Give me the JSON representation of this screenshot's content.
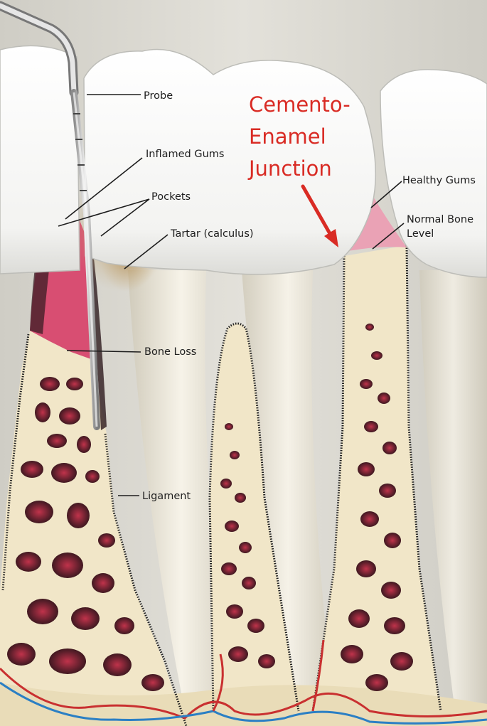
{
  "labels": {
    "probe": "Probe",
    "inflamed_gums": "Inflamed Gums",
    "pockets": "Pockets",
    "tartar": "Tartar (calculus)",
    "bone_loss": "Bone Loss",
    "ligament": "Ligament",
    "healthy_gums": "Healthy Gums",
    "normal_bone_level_line1": "Normal Bone",
    "normal_bone_level_line2": "Level"
  },
  "highlight": {
    "line1": "Cemento-",
    "line2": "Enamel",
    "line3": "Junction"
  },
  "colors": {
    "background": "#d7d6cf",
    "tooth": "#fbfbfb",
    "bone": "#f1e6c8",
    "marrow": "#3a1d22",
    "marrow_red": "#c0334b",
    "gum_inflamed": "#d84e72",
    "gum_healthy": "#eaa2b5",
    "tartar": "#bf9e6a",
    "accent_red": "#d92b24",
    "artery": "#c93030",
    "vein": "#2b7fc4"
  }
}
